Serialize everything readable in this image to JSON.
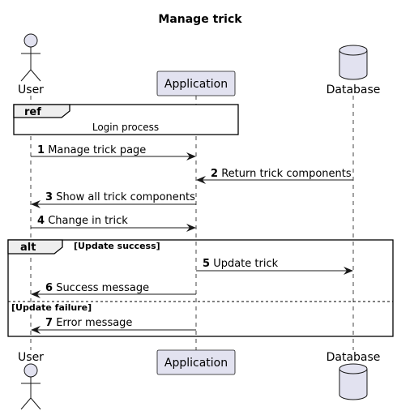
{
  "diagram": {
    "title": "Manage trick",
    "colors": {
      "participant_fill": "#e2e2f0",
      "participant_stroke": "#181818",
      "lifeline": "#181818",
      "frame": "#000000"
    },
    "participants": [
      {
        "id": "user",
        "label": "User",
        "kind": "actor",
        "icon": "actor-stick-figure-icon"
      },
      {
        "id": "application",
        "label": "Application",
        "kind": "participant"
      },
      {
        "id": "database",
        "label": "Database",
        "kind": "database",
        "icon": "database-cylinder-icon"
      }
    ],
    "ref": {
      "keyword": "ref",
      "text": "Login process"
    },
    "messages": [
      {
        "num": "1",
        "text": "Manage trick page",
        "from": "user",
        "to": "application"
      },
      {
        "num": "2",
        "text": "Return trick components",
        "from": "database",
        "to": "application"
      },
      {
        "num": "3",
        "text": "Show all trick components",
        "from": "application",
        "to": "user"
      },
      {
        "num": "4",
        "text": "Change in trick",
        "from": "user",
        "to": "application"
      },
      {
        "num": "5",
        "text": "Update trick",
        "from": "application",
        "to": "database"
      },
      {
        "num": "6",
        "text": "Success message",
        "from": "application",
        "to": "user"
      },
      {
        "num": "7",
        "text": "Error message",
        "from": "application",
        "to": "user"
      }
    ],
    "alt": {
      "keyword": "alt",
      "guards": [
        "[Update success]",
        "[Update failure]"
      ]
    }
  }
}
